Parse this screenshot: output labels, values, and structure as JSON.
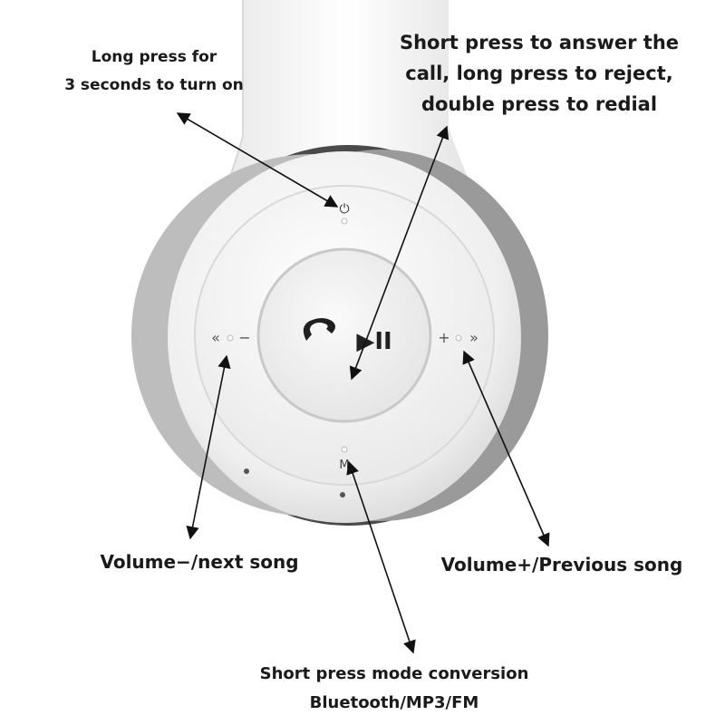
{
  "labels": {
    "power": [
      "Long press for",
      "3 seconds to turn on"
    ],
    "call": [
      "Short press to answer the",
      "call, long press to reject,",
      "double press to redial"
    ],
    "volume_minus": "Volume−/next song",
    "volume_plus": "Volume+/Previous song",
    "mode": [
      "Short press mode conversion",
      "Bluetooth/MP3/FM"
    ]
  },
  "device": {
    "power_symbol": "⏻",
    "minus_symbol": "−",
    "plus_symbol": "+",
    "prev_chevrons": "«",
    "next_chevrons": "»",
    "mode_symbol": "M",
    "play_pause_symbol": "▶II"
  },
  "colors": {
    "shell": "#f2f2f2",
    "shell_shadow": "#8a8a8a",
    "dark_band": "#3a3a3a",
    "text": "#1a1a1a",
    "arrow": "#111111"
  }
}
